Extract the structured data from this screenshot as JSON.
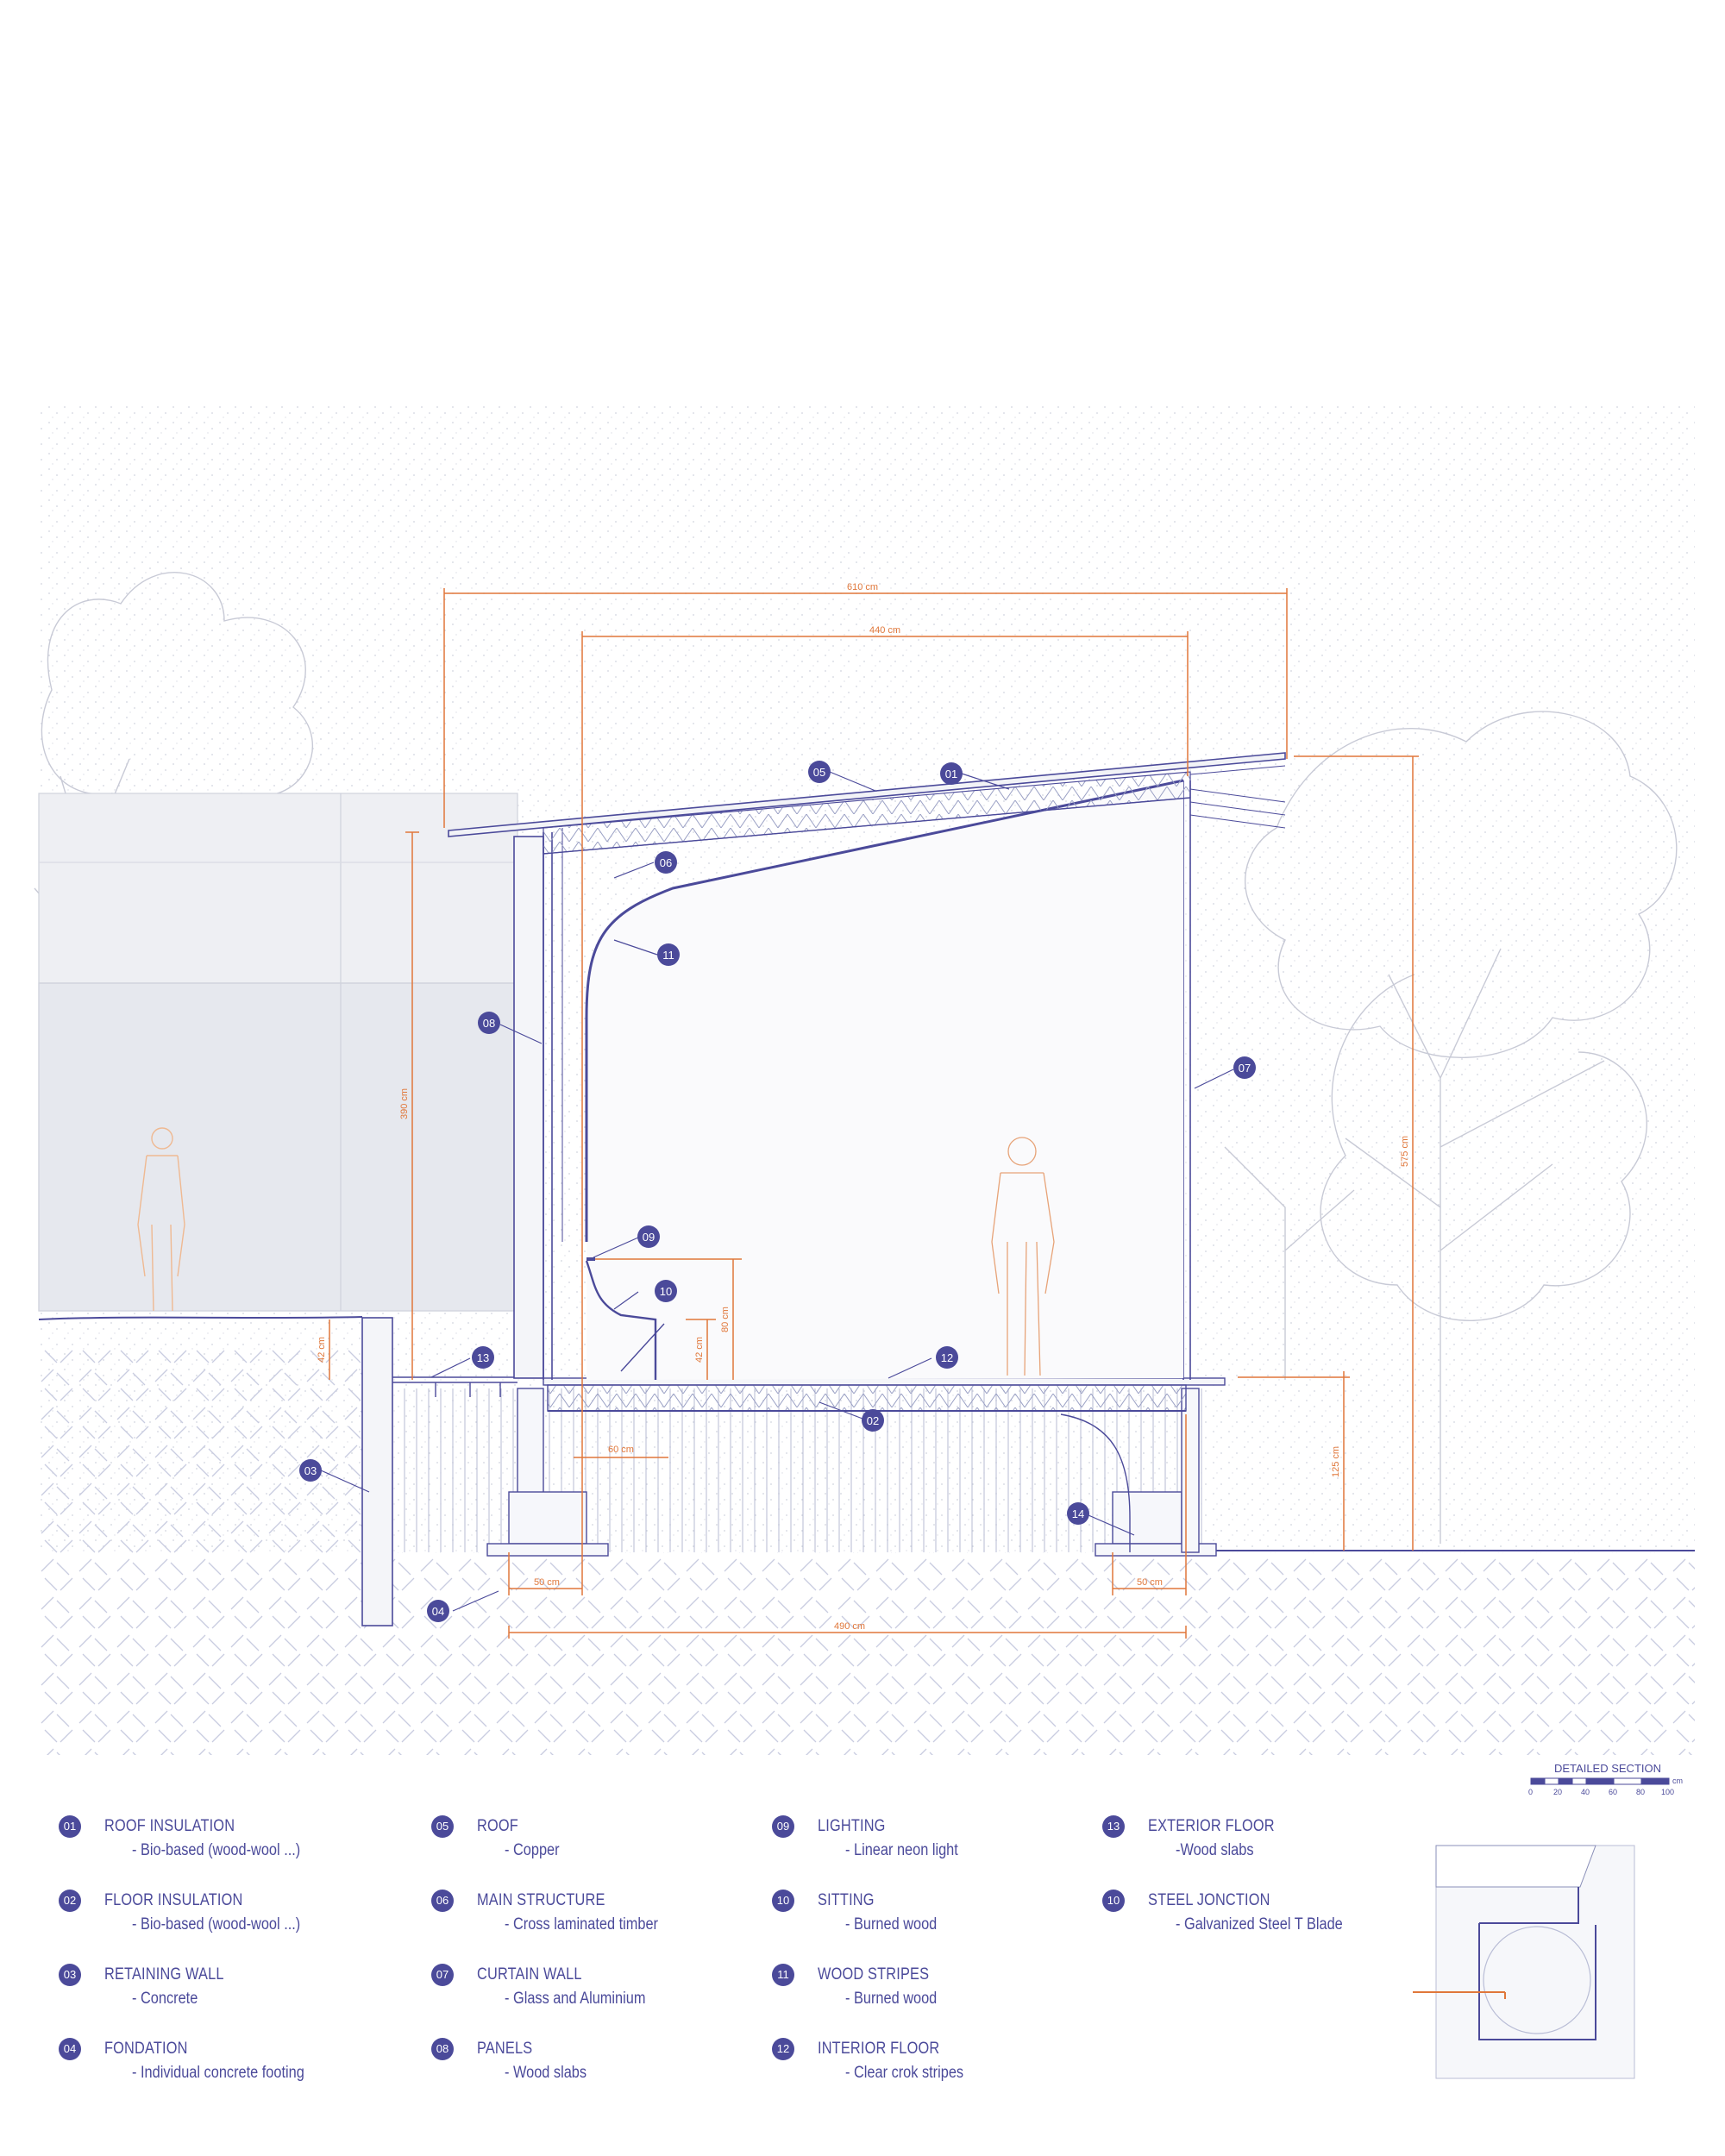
{
  "dimensions": {
    "d610": "610 cm",
    "d440": "440 cm",
    "d575": "575 cm",
    "d390": "390 cm",
    "d125": "125 cm",
    "d490": "490 cm",
    "d50a": "50 cm",
    "d50b": "50 cm",
    "d60": "60 cm",
    "d42a": "42 cm",
    "d42b": "42 cm",
    "d80": "80 cm"
  },
  "callouts": [
    "05",
    "01",
    "06",
    "11",
    "08",
    "07",
    "09",
    "10",
    "13",
    "12",
    "02",
    "03",
    "14",
    "04"
  ],
  "legend": {
    "col1": [
      {
        "num": "01",
        "title": "ROOF INSULATION",
        "sub": "- Bio-based (wood-wool ...)"
      },
      {
        "num": "02",
        "title": "FLOOR INSULATION",
        "sub": "- Bio-based (wood-wool ...)"
      },
      {
        "num": "03",
        "title": "RETAINING WALL",
        "sub": "- Concrete"
      },
      {
        "num": "04",
        "title": "FONDATION",
        "sub": "- Individual concrete footing"
      }
    ],
    "col2": [
      {
        "num": "05",
        "title": "ROOF",
        "sub": "- Copper"
      },
      {
        "num": "06",
        "title": "MAIN STRUCTURE",
        "sub": "- Cross laminated timber"
      },
      {
        "num": "07",
        "title": "CURTAIN WALL",
        "sub": "- Glass and Aluminium"
      },
      {
        "num": "08",
        "title": "PANELS",
        "sub": "- Wood slabs"
      }
    ],
    "col3": [
      {
        "num": "09",
        "title": "LIGHTING",
        "sub": "- Linear neon light"
      },
      {
        "num": "10",
        "title": "SITTING",
        "sub": "- Burned wood"
      },
      {
        "num": "11",
        "title": "WOOD STRIPES",
        "sub": "- Burned wood"
      },
      {
        "num": "12",
        "title": "INTERIOR FLOOR",
        "sub": "- Clear crok stripes"
      }
    ],
    "col4": [
      {
        "num": "13",
        "title": "EXTERIOR FLOOR",
        "sub": "-Wood slabs"
      },
      {
        "num": "10",
        "title": "STEEL JONCTION",
        "sub": "- Galvanized Steel T Blade"
      }
    ]
  },
  "scale": {
    "title": "DETAILED SECTION",
    "unit": "cm",
    "ticks": [
      "0",
      "20",
      "40",
      "60",
      "80",
      "100"
    ]
  },
  "colors": {
    "accent": "#4b4a9a",
    "dimension": "#e0773a",
    "line": "#8a8fb8",
    "ground_hatch": "#b9bdd6"
  }
}
